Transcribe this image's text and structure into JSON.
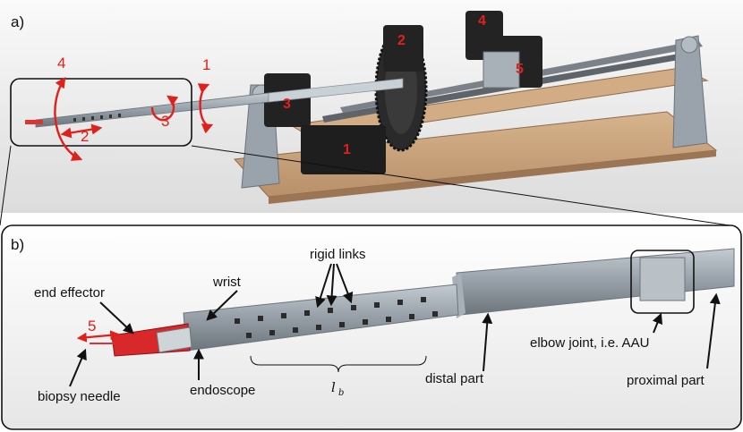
{
  "panel_a": {
    "label": "a)",
    "dof_numbers": {
      "one_top": "1",
      "two": "2",
      "three": "3",
      "four": "4",
      "motor_1": "1",
      "motor_2": "2",
      "motor_3": "3",
      "motor_4": "4",
      "motor_5": "5"
    }
  },
  "panel_b": {
    "label": "b)",
    "annotations": {
      "end_effector": "end effector",
      "wrist": "wrist",
      "rigid_links": "rigid links",
      "lb_symbol": "l",
      "lb_sub": "b",
      "biopsy_needle": "biopsy needle",
      "endoscope": "endoscope",
      "distal_part": "distal part",
      "elbow_joint": "elbow joint, i.e. AAU",
      "proximal_part": "proximal part",
      "dof_5": "5"
    }
  },
  "colors": {
    "accent_red": "#e0201b",
    "wood": "#c9a27a",
    "metal": "#8f979f",
    "motor": "#222222"
  }
}
